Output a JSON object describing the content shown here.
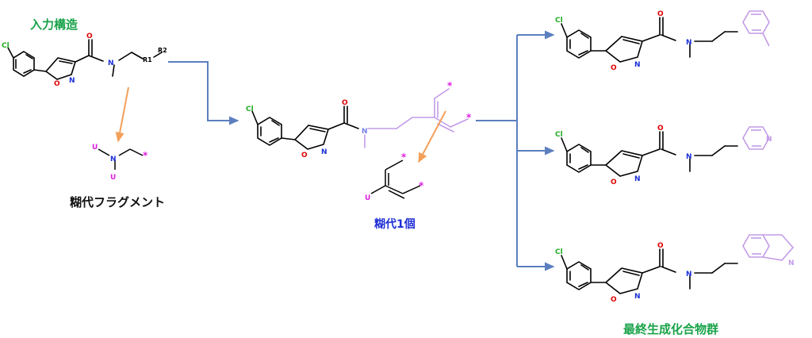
{
  "labels": {
    "input_structure": "入力構造",
    "scaffold_fragment": "糊代フラグメント",
    "scaffold_one": "糊代1個",
    "final_products": "最終生成化合物群"
  },
  "atoms": {
    "cl": "Cl",
    "o": "O",
    "n": "N",
    "r1": "R1",
    "r2": "R2",
    "u": "U",
    "star": "*"
  },
  "colors": {
    "label_green": "#1aa34a",
    "label_blue": "#1f2fd6",
    "arrow_blue": "#5b7fbf",
    "arrow_orange": "#f4a05a",
    "fragment_purple": "#c39be8",
    "atom_o": "#e00000",
    "atom_n": "#1a2fd8",
    "atom_cl": "#22aa22",
    "magenta": "#e020e0"
  }
}
